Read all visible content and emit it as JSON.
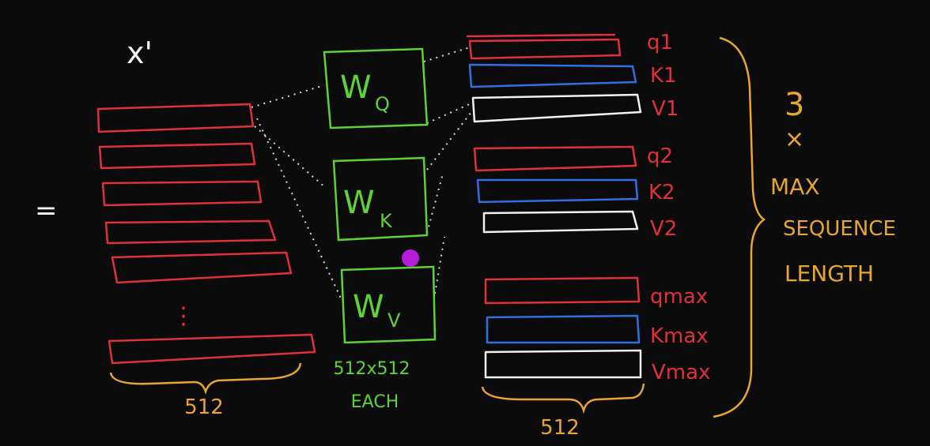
{
  "input": {
    "label": "x'",
    "equals": "=",
    "dots": "⋮",
    "dim": "512"
  },
  "weights": [
    {
      "letter": "W",
      "subscript": "Q"
    },
    {
      "letter": "W",
      "subscript": "K"
    },
    {
      "letter": "W",
      "subscript": "V"
    }
  ],
  "weights_caption": {
    "line1": "512x512",
    "line2": "EACH"
  },
  "output": {
    "groups": [
      {
        "q": "q1",
        "k": "K1",
        "v": "V1"
      },
      {
        "q": "q2",
        "k": "K2",
        "v": "V2"
      },
      {
        "q": "qmax",
        "k": "Kmax",
        "v": "Vmax"
      }
    ],
    "dim": "512"
  },
  "multiplier": {
    "number": "3",
    "times": "×",
    "lines": [
      "MAX",
      "SEQUENCE",
      "LENGTH"
    ]
  },
  "colors": {
    "query": "#e0303a",
    "key": "#2f6fe0",
    "value": "#f2f2f2",
    "weights": "#5fd23a",
    "annotation": "#e8a630",
    "pointer": "#b51cdc"
  }
}
